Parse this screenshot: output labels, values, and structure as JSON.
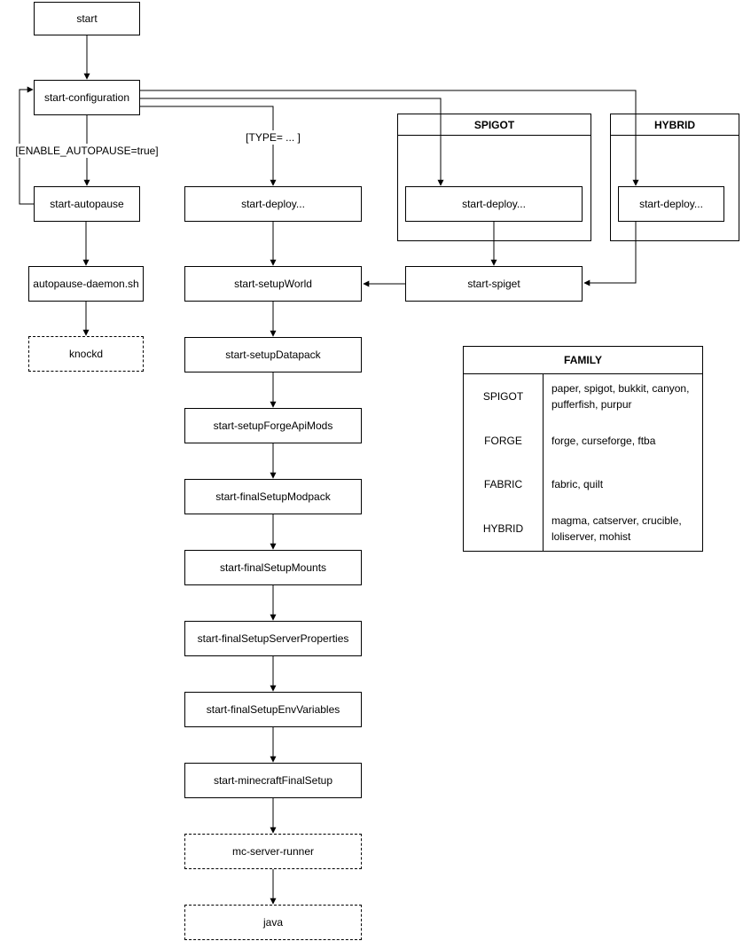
{
  "diagram": {
    "nodes": {
      "start": "start",
      "start_configuration": "start-configuration",
      "start_autopause": "start-autopause",
      "autopause_daemon": "autopause-daemon.sh",
      "knockd": "knockd",
      "start_deploy_main": "start-deploy...",
      "start_setup_world": "start-setupWorld",
      "start_setup_datapack": "start-setupDatapack",
      "start_setup_forge_api_mods": "start-setupForgeApiMods",
      "start_final_setup_modpack": "start-finalSetupModpack",
      "start_final_setup_mounts": "start-finalSetupMounts",
      "start_final_setup_server_properties": "start-finalSetupServerProperties",
      "start_final_setup_env_variables": "start-finalSetupEnvVariables",
      "start_minecraft_final_setup": "start-minecraftFinalSetup",
      "mc_server_runner": "mc-server-runner",
      "java": "java",
      "spigot_deploy": "start-deploy...",
      "hybrid_deploy": "start-deploy...",
      "start_spiget": "start-spiget"
    },
    "groups": {
      "spigot": "SPIGOT",
      "hybrid": "HYBRID"
    },
    "edge_labels": {
      "enable_autopause": "[ENABLE_AUTOPAUSE=true]",
      "type": "[TYPE= ... ]"
    },
    "family_table": {
      "title": "FAMILY",
      "rows": [
        {
          "family": "SPIGOT",
          "servers": "paper, spigot, bukkit, canyon, pufferfish, purpur"
        },
        {
          "family": "FORGE",
          "servers": "forge, curseforge, ftba"
        },
        {
          "family": "FABRIC",
          "servers": "fabric, quilt"
        },
        {
          "family": "HYBRID",
          "servers": "magma, catserver, crucible, loliserver, mohist"
        }
      ]
    },
    "colors": {
      "stroke": "#000000",
      "background": "#ffffff",
      "text": "#000000"
    }
  }
}
